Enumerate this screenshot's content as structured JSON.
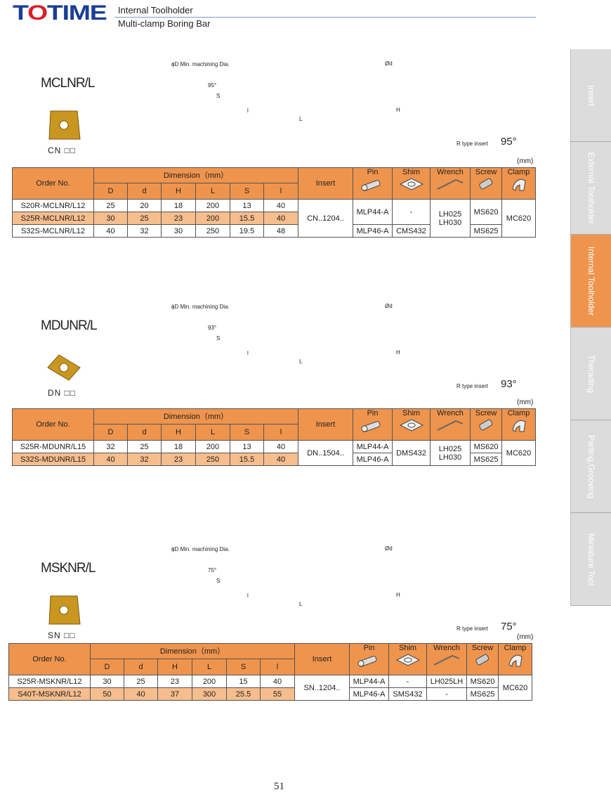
{
  "header": {
    "brand": "TOTIME",
    "title": "Internal Toolholder",
    "subtitle": "Multi-clamp Boring Bar"
  },
  "side_tabs": [
    {
      "label": "Insert"
    },
    {
      "label": "External Toolholder"
    },
    {
      "label": "Internal Toolholder",
      "active": true
    },
    {
      "label": "Therading"
    },
    {
      "label": "Parting,Grooving"
    },
    {
      "label": "Miniature Tool"
    }
  ],
  "diagram_labels": {
    "min_dia": "ϕD Min. machining Dia.",
    "phi_d": "Ød",
    "S": "S",
    "l": "l",
    "L": "L",
    "H": "H",
    "rtype": "R type insert",
    "unit": "(mm)"
  },
  "table_headers": {
    "order": "Order No.",
    "dimension": "Dimension（mm）",
    "dims": [
      "D",
      "d",
      "H",
      "L",
      "S",
      "l"
    ],
    "insert": "Insert",
    "pin": "Pin",
    "shim": "Shim",
    "wrench": "Wrench",
    "screw": "Screw",
    "clamp": "Clamp"
  },
  "sections": [
    {
      "model": "MCLNR/L",
      "insert_label": "CN □□",
      "angle": "95°",
      "angle_small": "95°",
      "accent": "#ef944d",
      "rows": [
        {
          "order": "S20R-MCLNR/L12",
          "dims": [
            "25",
            "20",
            "18",
            "200",
            "13",
            "40"
          ],
          "hl": false,
          "acc": [
            {
              "v": "CN..1204..",
              "rs": 3
            },
            {
              "v": "MLP44-A",
              "rs": 2
            },
            {
              "v": "-",
              "rs": 2
            },
            {
              "v": "LH025\nLH030",
              "rs": 3
            },
            {
              "v": "MS620",
              "rs": 2
            },
            {
              "v": "MC620",
              "rs": 3
            }
          ]
        },
        {
          "order": "S25R-MCLNR/L12",
          "dims": [
            "30",
            "25",
            "23",
            "200",
            "15.5",
            "40"
          ],
          "hl": true,
          "acc": []
        },
        {
          "order": "S32S-MCLNR/L12",
          "dims": [
            "40",
            "32",
            "30",
            "250",
            "19.5",
            "48"
          ],
          "hl": false,
          "acc": [
            {
              "v": "MLP46-A",
              "rs": 1
            },
            {
              "v": "CMS432",
              "rs": 1
            },
            {
              "v": "MS625",
              "rs": 1
            }
          ]
        }
      ]
    },
    {
      "model": "MDUNR/L",
      "insert_label": "DN □□",
      "angle": "93°",
      "angle_small": "93°",
      "rows": [
        {
          "order": "S25R-MDUNR/L15",
          "dims": [
            "32",
            "25",
            "18",
            "200",
            "13",
            "40"
          ],
          "hl": false,
          "acc": [
            {
              "v": "DN..1504..",
              "rs": 2
            },
            {
              "v": "MLP44-A",
              "rs": 1
            },
            {
              "v": "DMS432",
              "rs": 2
            },
            {
              "v": "LH025\nLH030",
              "rs": 2
            },
            {
              "v": "MS620",
              "rs": 1
            },
            {
              "v": "MC620",
              "rs": 2
            }
          ]
        },
        {
          "order": "S32S-MDUNR/L15",
          "dims": [
            "40",
            "32",
            "23",
            "250",
            "15.5",
            "40"
          ],
          "hl": true,
          "acc": [
            {
              "v": "MLP46-A",
              "rs": 1
            },
            {
              "v": "MS625",
              "rs": 1
            }
          ]
        }
      ]
    },
    {
      "model": "MSKNR/L",
      "insert_label": "SN □□",
      "angle": "75°",
      "angle_small": "75°",
      "rows": [
        {
          "order": "S25R-MSKNR/L12",
          "dims": [
            "30",
            "25",
            "23",
            "200",
            "15",
            "40"
          ],
          "hl": false,
          "acc": [
            {
              "v": "SN..1204..",
              "rs": 2
            },
            {
              "v": "MLP44-A",
              "rs": 1
            },
            {
              "v": "-",
              "rs": 1
            },
            {
              "v": "LH025LH",
              "rs": 1
            },
            {
              "v": "MS620",
              "rs": 1
            },
            {
              "v": "MC620",
              "rs": 2
            }
          ]
        },
        {
          "order": "S40T-MSKNR/L12",
          "dims": [
            "50",
            "40",
            "37",
            "300",
            "25.5",
            "55"
          ],
          "hl": true,
          "acc": [
            {
              "v": "MLP46-A",
              "rs": 1
            },
            {
              "v": "SMS432",
              "rs": 1
            },
            {
              "v": "-",
              "rs": 1
            },
            {
              "v": "MS625",
              "rs": 1
            }
          ]
        }
      ]
    }
  ],
  "page_number": "51"
}
